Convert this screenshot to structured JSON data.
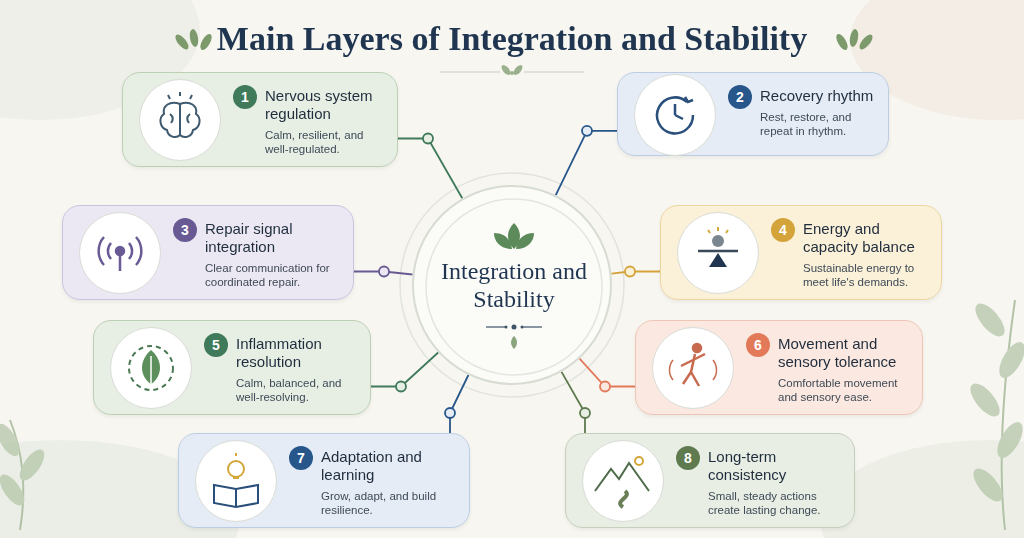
{
  "diagram": {
    "title": "Main Layers of Integration and Stability",
    "nodes": [
      {
        "text": [
          "Integration and Stability"
        ]
      },
      {
        "text": [
          "Nervous system regulation",
          "Calm, resilient, and well-regulated."
        ]
      },
      {
        "text": [
          "1"
        ],
        "in": 1
      },
      {
        "text": [
          "Recovery rhythm",
          "Rest, restore, and repeat in rhythm."
        ]
      },
      {
        "text": [
          "2"
        ],
        "in": 3
      },
      {
        "text": [
          "Repair signal integration",
          "Clear communication for coordinated repair."
        ]
      },
      {
        "text": [
          "3"
        ],
        "in": 5
      },
      {
        "text": [
          "Energy and capacity balance",
          "Sustainable energy to meet life's demands."
        ]
      },
      {
        "text": [
          "4"
        ],
        "in": 7
      },
      {
        "text": [
          "Inflammation resolution",
          "Calm, balanced, and well-resolving."
        ]
      },
      {
        "text": [
          "5"
        ],
        "in": 9
      },
      {
        "text": [
          "Movement and sensory tolerance",
          "Comfortable movement and sensory ease."
        ]
      },
      {
        "text": [
          "6"
        ],
        "in": 11
      },
      {
        "text": [
          "Adaptation and learning",
          "Grow, adapt, and build resilience."
        ]
      },
      {
        "text": [
          "7"
        ],
        "in": 13
      },
      {
        "text": [
          "Long-term consistency",
          "Small, steady actions create lasting change."
        ]
      },
      {
        "text": [
          "8"
        ],
        "in": 15
      }
    ],
    "edges": [
      {
        "from": 0,
        "to": 1,
        "arrow": "none"
      },
      {
        "from": 0,
        "to": 3,
        "arrow": "none"
      },
      {
        "from": 0,
        "to": 5,
        "arrow": "none"
      },
      {
        "from": 0,
        "to": 7,
        "arrow": "none"
      },
      {
        "from": 0,
        "to": 9,
        "arrow": "none"
      },
      {
        "from": 0,
        "to": 11,
        "arrow": "none"
      },
      {
        "from": 0,
        "to": 13,
        "arrow": "none"
      },
      {
        "from": 0,
        "to": 15,
        "arrow": "none"
      }
    ]
  }
}
